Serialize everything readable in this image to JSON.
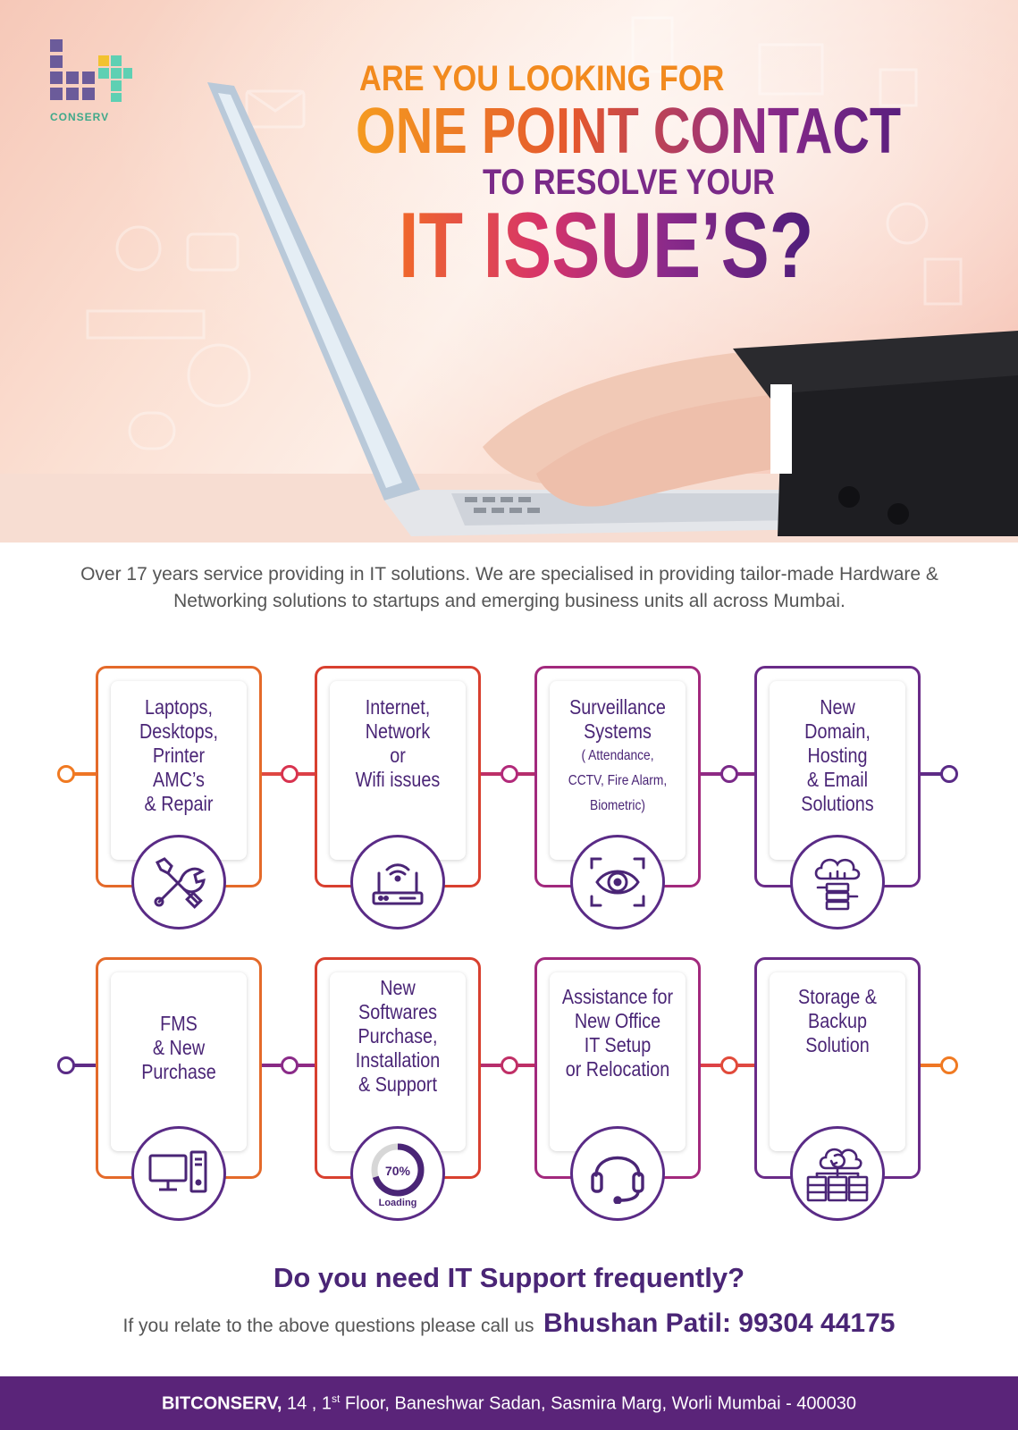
{
  "brand": {
    "logo_text": "CONSERV"
  },
  "headline": {
    "line1": "ARE YOU LOOKING FOR",
    "line2": "ONE POINT CONTACT",
    "line3": "TO RESOLVE YOUR",
    "line4": "IT ISSUE’S?"
  },
  "intro": {
    "text": "Over 17 years service providing in IT solutions. We are specialised in providing tailor-made Hardware & Networking solutions to startups and emerging business units all across Mumbai."
  },
  "services": [
    {
      "lines": [
        "Laptops,",
        "Desktops,",
        "Printer",
        "AMC’s",
        "& Repair"
      ],
      "icon": "tools-icon"
    },
    {
      "lines": [
        "Internet,",
        "Network",
        "or",
        "Wifi issues"
      ],
      "icon": "wifi-router-icon"
    },
    {
      "lines": [
        "Surveillance",
        "Systems"
      ],
      "small_lines": [
        "( Attendance,",
        "CCTV, Fire Alarm,",
        "Biometric)"
      ],
      "icon": "eye-scan-icon"
    },
    {
      "lines": [
        "New",
        "Domain,",
        "Hosting",
        "& Email",
        "Solutions"
      ],
      "icon": "cloud-server-icon"
    },
    {
      "lines": [
        "FMS",
        "& New",
        "Purchase"
      ],
      "icon": "desktop-computer-icon"
    },
    {
      "lines": [
        "New",
        "Softwares",
        "Purchase,",
        "Installation",
        "& Support"
      ],
      "icon": "loading-progress-icon",
      "progress_label": "70%",
      "progress_caption": "Loading",
      "progress_value": 0.7
    },
    {
      "lines": [
        "Assistance for",
        "New Office",
        "IT Setup",
        "or Relocation"
      ],
      "icon": "headset-icon"
    },
    {
      "lines": [
        "Storage &",
        "Backup",
        "Solution"
      ],
      "icon": "cloud-backup-icon"
    }
  ],
  "cta": {
    "question": "Do you need IT Support frequently?",
    "prompt": "If you relate to the above questions please call us",
    "contact": "Bhushan Patil: 99304 44175"
  },
  "footer": {
    "company": "BITCONSERV,",
    "address_pre": " 14 , 1",
    "address_sup": "st",
    "address_post": " Floor, Baneshwar Sadan, Sasmira Marg, Worli Mumbai - 400030"
  },
  "colors": {
    "purple": "#4a2576",
    "orange": "#f28a1e",
    "footer": "#5a2479"
  }
}
